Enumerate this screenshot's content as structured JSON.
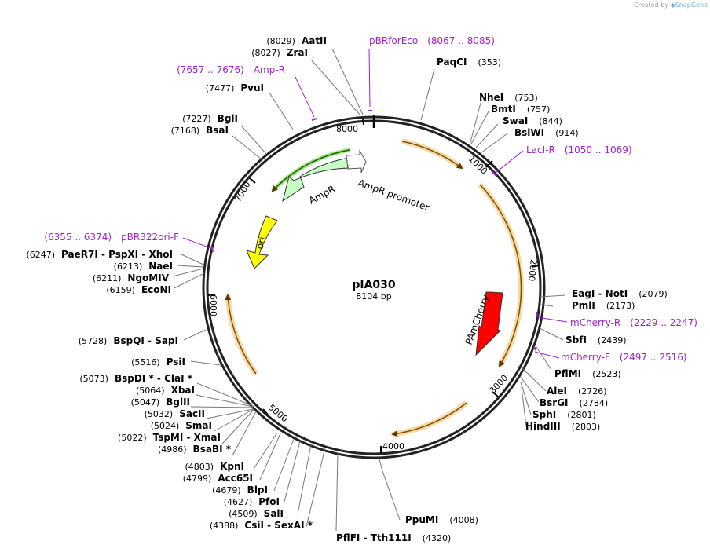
{
  "credit": {
    "prefix": "Created by",
    "brand": "SnapGene"
  },
  "plasmid": {
    "name": "pIA030",
    "size_label": "8104 bp",
    "length": 8104
  },
  "colors": {
    "primer": "#a020d0",
    "orf": "#f5b041",
    "amp": "#c6ffc6",
    "ori": "#ffff00",
    "mcherry": "#ff0000"
  },
  "tick_labels": [
    "1000",
    "2000",
    "3000",
    "4000",
    "5000",
    "6000",
    "7000",
    "8000"
  ],
  "features": {
    "ampr_label": "AmpR",
    "ampr_promoter_label": "AmpR promoter",
    "ori_label": "ori",
    "pamcherry_label": "PAmCherry"
  },
  "sites": [
    {
      "pos": "(353)",
      "name": "PaqCI"
    },
    {
      "pos": "(753)",
      "name": "NheI"
    },
    {
      "pos": "(757)",
      "name": "BmtI"
    },
    {
      "pos": "(844)",
      "name": "SwaI"
    },
    {
      "pos": "(914)",
      "name": "BsiWI"
    },
    {
      "pos": "(2079)",
      "name": "EagI - NotI"
    },
    {
      "pos": "(2173)",
      "name": "PmlI"
    },
    {
      "pos": "(2439)",
      "name": "SbfI"
    },
    {
      "pos": "(2523)",
      "name": "PflMI"
    },
    {
      "pos": "(2726)",
      "name": "AleI"
    },
    {
      "pos": "(2784)",
      "name": "BsrGI"
    },
    {
      "pos": "(2801)",
      "name": "SphI"
    },
    {
      "pos": "(2803)",
      "name": "HindIII"
    },
    {
      "pos": "(4008)",
      "name": "PpuMI"
    },
    {
      "pos": "(4320)",
      "name": "PflFI - Tth111I"
    },
    {
      "pos": "(8029)",
      "name": "AatII"
    },
    {
      "pos": "(8027)",
      "name": "ZraI"
    },
    {
      "pos": "(7477)",
      "name": "PvuI"
    },
    {
      "pos": "(7227)",
      "name": "BglI"
    },
    {
      "pos": "(7168)",
      "name": "BsaI"
    },
    {
      "pos": "(6247)",
      "name": "PaeR7I - PspXI - XhoI"
    },
    {
      "pos": "(6213)",
      "name": "NaeI"
    },
    {
      "pos": "(6211)",
      "name": "NgoMIV"
    },
    {
      "pos": "(6159)",
      "name": "EcoNI"
    },
    {
      "pos": "(5728)",
      "name": "BspQI - SapI"
    },
    {
      "pos": "(5516)",
      "name": "PsiI"
    },
    {
      "pos": "(5073)",
      "name": "BspDI * - ClaI *"
    },
    {
      "pos": "(5064)",
      "name": "XbaI"
    },
    {
      "pos": "(5047)",
      "name": "BglII"
    },
    {
      "pos": "(5032)",
      "name": "SacII"
    },
    {
      "pos": "(5024)",
      "name": "SmaI"
    },
    {
      "pos": "(5022)",
      "name": "TspMI - XmaI"
    },
    {
      "pos": "(4986)",
      "name": "BsaBI *"
    },
    {
      "pos": "(4803)",
      "name": "KpnI"
    },
    {
      "pos": "(4799)",
      "name": "Acc65I"
    },
    {
      "pos": "(4679)",
      "name": "BlpI"
    },
    {
      "pos": "(4627)",
      "name": "PfoI"
    },
    {
      "pos": "(4509)",
      "name": "SalI"
    },
    {
      "pos": "(4388)",
      "name": "CsiI - SexAI *"
    }
  ],
  "primers": [
    {
      "name": "pBRforEco",
      "range": "(8067 .. 8085)"
    },
    {
      "name": "LacI-R",
      "range": "(1050 .. 1069)"
    },
    {
      "name": "mCherry-R",
      "range": "(2229 .. 2247)"
    },
    {
      "name": "mCherry-F",
      "range": "(2497 .. 2516)"
    },
    {
      "name": "Amp-R",
      "range": "(7657 .. 7676)"
    },
    {
      "name": "pBR322ori-F",
      "range": "(6355 .. 6374)"
    }
  ]
}
